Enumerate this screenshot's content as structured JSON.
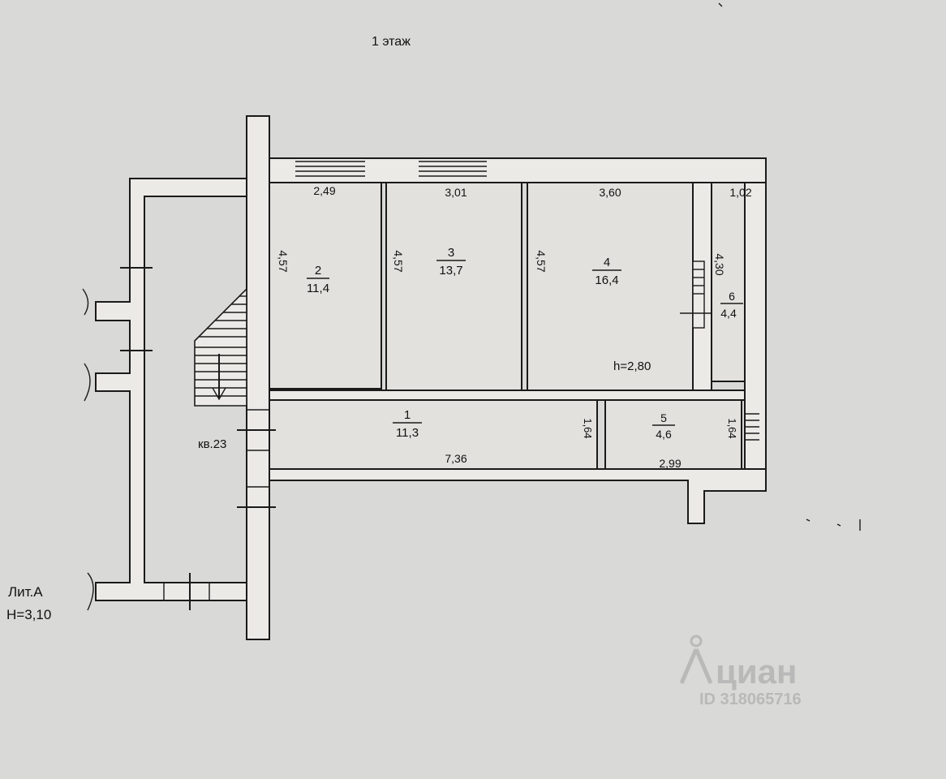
{
  "floor_title": "1 этаж",
  "rooms": [
    {
      "number": "1",
      "area": "11,3"
    },
    {
      "number": "2",
      "area": "11,4"
    },
    {
      "number": "3",
      "area": "13,7"
    },
    {
      "number": "4",
      "area": "16,4"
    },
    {
      "number": "5",
      "area": "4,6"
    },
    {
      "number": "6",
      "area": "4,4"
    }
  ],
  "dimensions": {
    "w2": "2,49",
    "w3": "3,01",
    "w4": "3,60",
    "w6": "1,02",
    "h2": "4,57",
    "h3": "4,57",
    "h4": "4,57",
    "h6": "4,30",
    "w1": "7,36",
    "h1": "1,64",
    "w5": "2,99",
    "h5": "1,64"
  },
  "ceiling_height": "h=2,80",
  "apartment_label": "кв.23",
  "building_label": "Лит.А",
  "building_height": "H=3,10",
  "watermark": {
    "brand": "циан",
    "id": "ID 318065716"
  }
}
